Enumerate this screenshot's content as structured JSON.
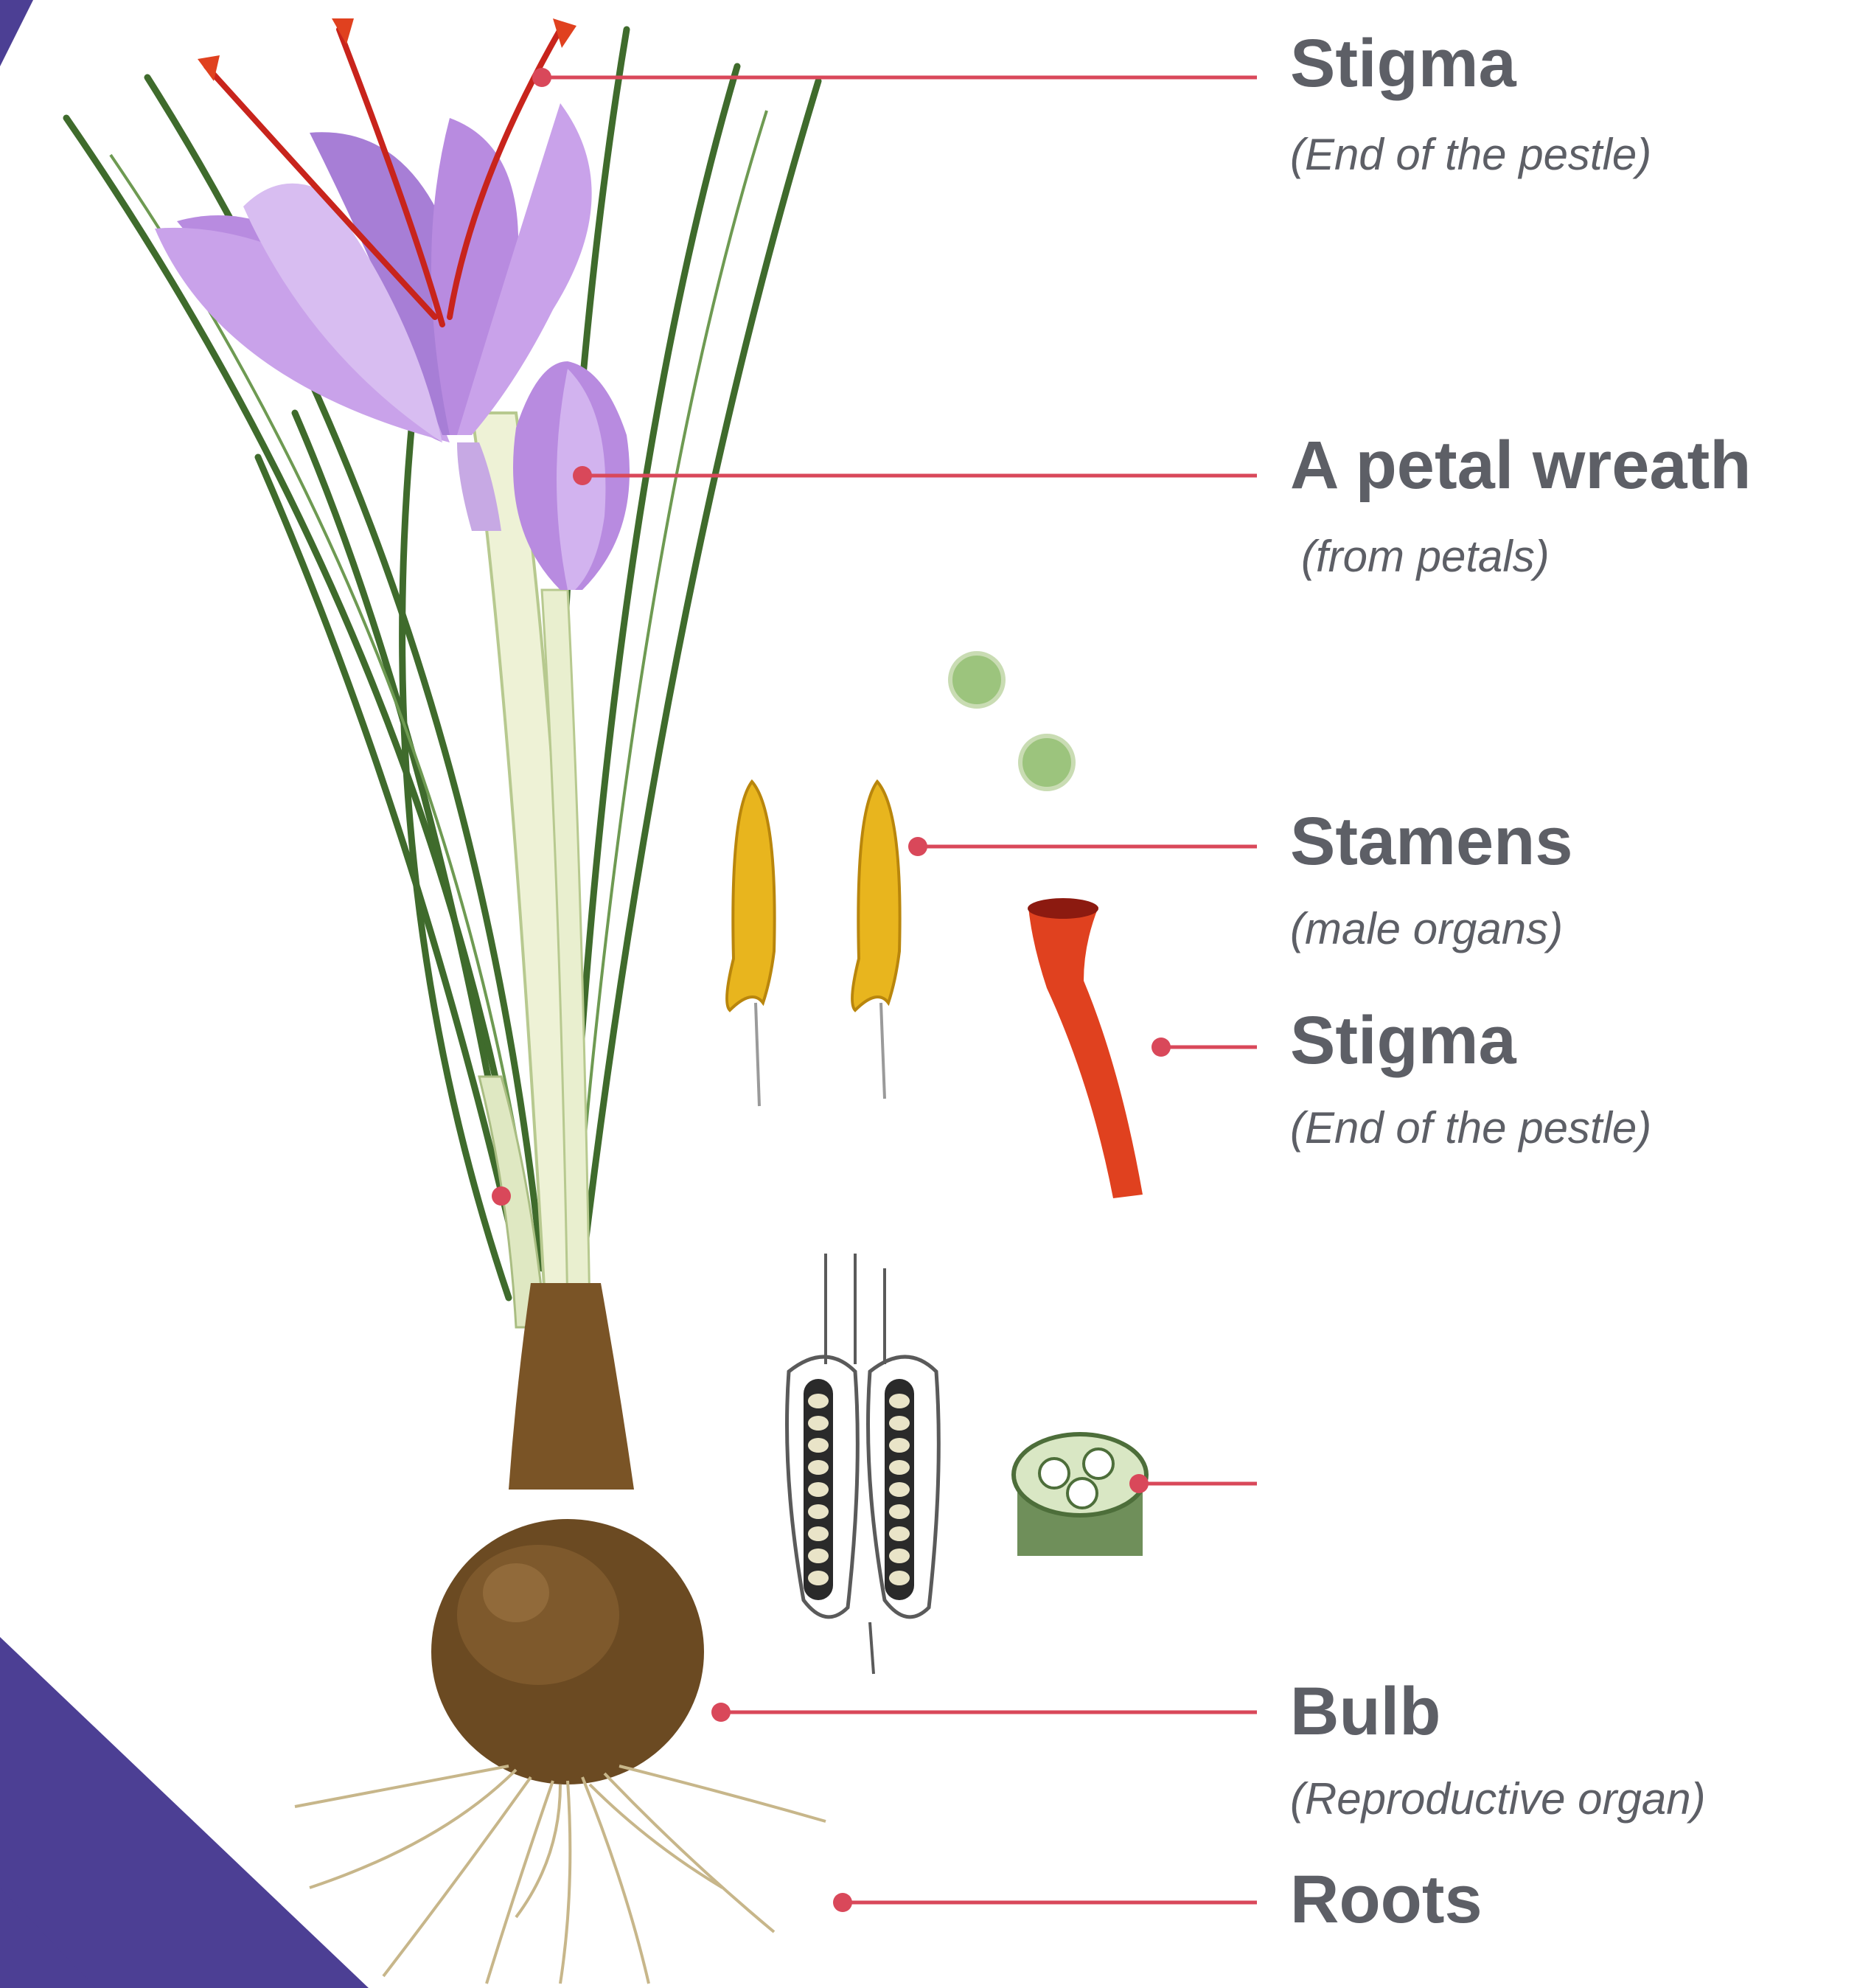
{
  "colors": {
    "leader_line": "#d9485a",
    "label_text": "#5d5f66",
    "corner_shape": "#4c3f94",
    "petal": "#b88be0",
    "petal_dark": "#8a5cc0",
    "leaf": "#3f6b2c",
    "stigma": "#e0411f",
    "anther": "#e8b51e",
    "bulb": "#6b4a22",
    "root": "#c7b68a",
    "pollen": "#9cc47d"
  },
  "labels": [
    {
      "id": "stigma-top",
      "title": "Stigma",
      "subtitle": "(End of the pestle)"
    },
    {
      "id": "petal-wreath",
      "title": "A petal wreath",
      "subtitle": "(from petals)"
    },
    {
      "id": "stamens",
      "title": "Stamens",
      "subtitle": "(male organs)"
    },
    {
      "id": "stigma-detail",
      "title": "Stigma",
      "subtitle": "(End of the pestle)"
    },
    {
      "id": "bulb",
      "title": "Bulb",
      "subtitle": "(Reproductive organ)"
    },
    {
      "id": "roots",
      "title": "Roots",
      "subtitle": ""
    }
  ]
}
